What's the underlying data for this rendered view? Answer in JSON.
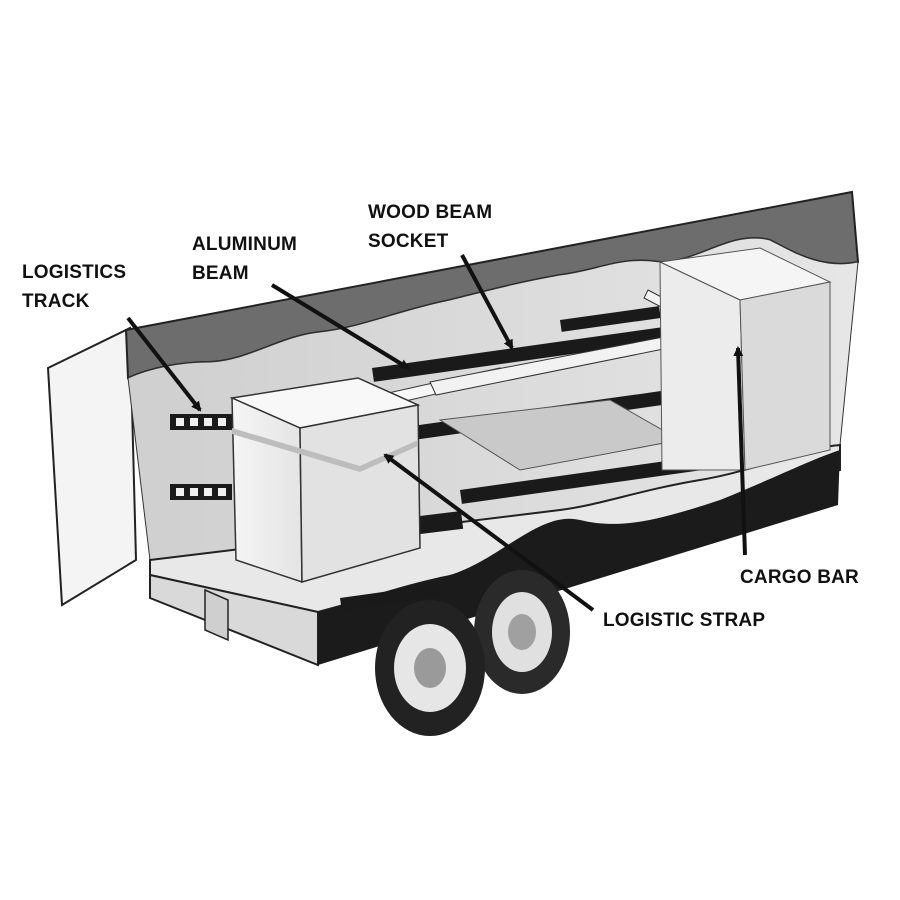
{
  "labels": {
    "logistics_track": [
      "LOGISTICS",
      "TRACK"
    ],
    "aluminum_beam": [
      "ALUMINUM",
      "BEAM"
    ],
    "wood_beam_socket": [
      "WOOD BEAM",
      "SOCKET"
    ],
    "cargo_bar": [
      "CARGO BAR"
    ],
    "logistic_strap": [
      "LOGISTIC STRAP"
    ]
  },
  "colors": {
    "ink": "#111111",
    "roof_dark": "#6b6b6b",
    "wall_light": "#dcdcdc",
    "track": "#1a1a1a",
    "box": "#f2f2f2"
  }
}
